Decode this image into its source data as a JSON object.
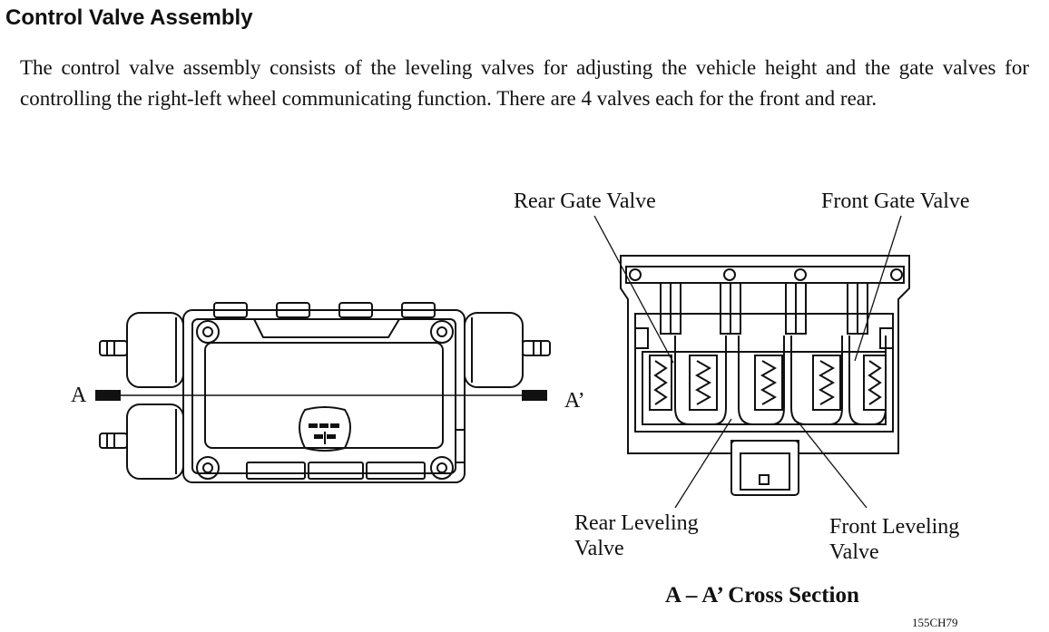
{
  "section": {
    "title": "Control Valve Assembly",
    "paragraph": "The control valve assembly consists of the leveling valves for adjusting the vehicle height and the gate valves for controlling the right-left wheel communicating function. There are 4 valves each for the front and rear."
  },
  "figure": {
    "section_marker_a": "A",
    "section_marker_a_prime": "A’",
    "labels": {
      "rear_gate_valve": "Rear Gate Valve",
      "front_gate_valve": "Front Gate Valve",
      "rear_leveling_line1": "Rear Leveling",
      "rear_leveling_line2": "Valve",
      "front_leveling_line1": "Front Leveling",
      "front_leveling_line2": "Valve"
    },
    "caption": "A – A’ Cross Section",
    "code": "155CH79"
  }
}
